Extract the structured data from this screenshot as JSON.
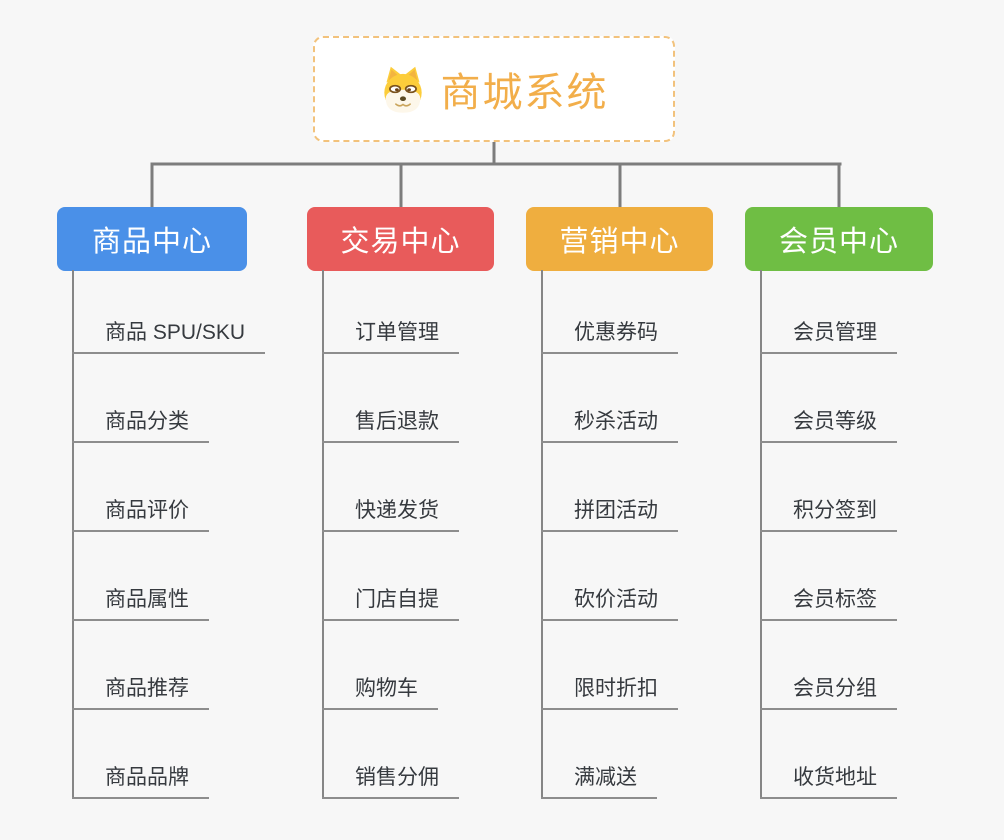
{
  "canvas": {
    "background": "#f7f7f7",
    "connector_color": "#7d7d7d",
    "underline_color": "#8d8d8d"
  },
  "root": {
    "label": "商城系统",
    "icon": "doge-icon",
    "text_color": "#f2ae4a",
    "border_color": "#f2c27c",
    "fill": "#ffffff"
  },
  "branches": [
    {
      "label": "商品中心",
      "color": "#4a90e8",
      "items": [
        "商品 SPU/SKU",
        "商品分类",
        "商品评价",
        "商品属性",
        "商品推荐",
        "商品品牌"
      ]
    },
    {
      "label": "交易中心",
      "color": "#e85b5b",
      "items": [
        "订单管理",
        "售后退款",
        "快递发货",
        "门店自提",
        "购物车",
        "销售分佣"
      ]
    },
    {
      "label": "营销中心",
      "color": "#efae3f",
      "items": [
        "优惠券码",
        "秒杀活动",
        "拼团活动",
        "砍价活动",
        "限时折扣",
        "满减送"
      ]
    },
    {
      "label": "会员中心",
      "color": "#6fbe44",
      "items": [
        "会员管理",
        "会员等级",
        "积分签到",
        "会员标签",
        "会员分组",
        "收货地址"
      ]
    }
  ]
}
